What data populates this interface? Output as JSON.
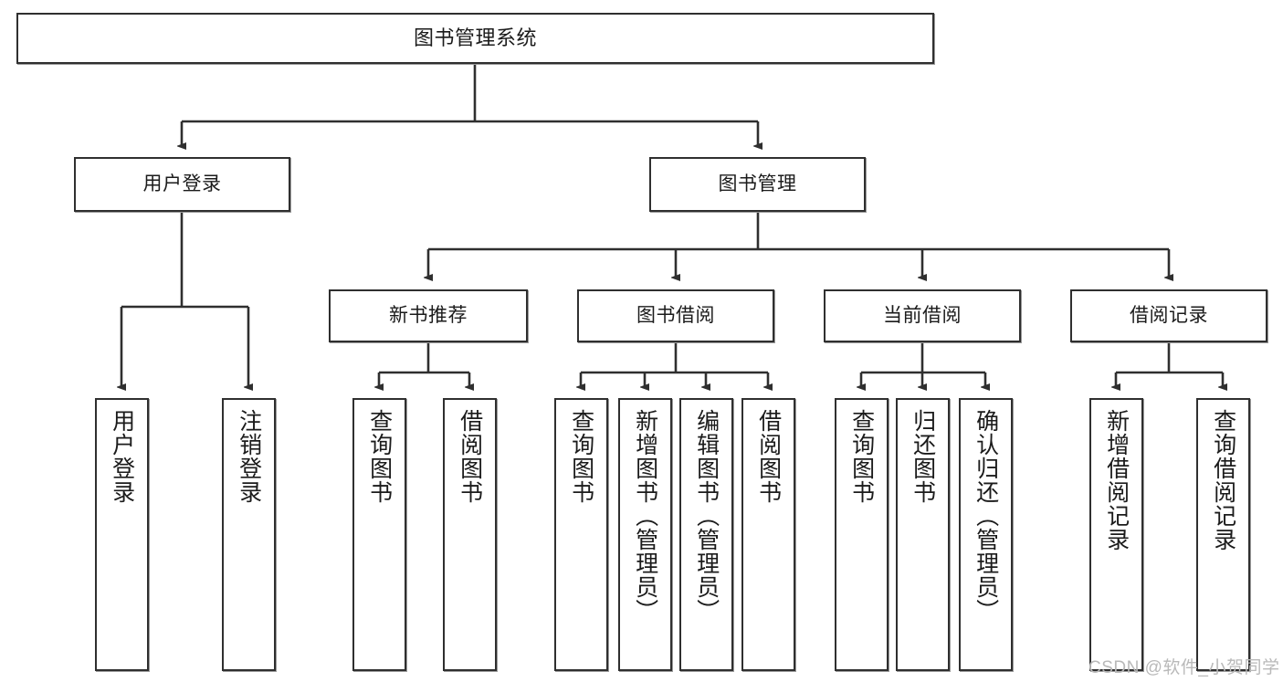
{
  "diagram": {
    "title": "图书管理系统",
    "type": "hierarchy-tree",
    "watermark": "CSDN @软件_小贺同学",
    "colors": {
      "stroke": "#2f2f2f",
      "fill": "#ffffff",
      "text": "#1b1b1b",
      "watermark": "#b9b9b9"
    },
    "root": {
      "label": "图书管理系统"
    },
    "level2": [
      {
        "label": "用户登录"
      },
      {
        "label": "图书管理"
      }
    ],
    "level3": [
      {
        "label": "新书推荐"
      },
      {
        "label": "图书借阅"
      },
      {
        "label": "当前借阅"
      },
      {
        "label": "借阅记录"
      }
    ],
    "leaves": {
      "user_login": [
        {
          "label": "用户登录"
        },
        {
          "label": "注销登录"
        }
      ],
      "new_book_recommend": [
        {
          "label": "查询图书"
        },
        {
          "label": "借阅图书"
        }
      ],
      "book_borrow": [
        {
          "label": "查询图书"
        },
        {
          "label": "新增图书（管理员）"
        },
        {
          "label": "编辑图书（管理员）"
        },
        {
          "label": "借阅图书"
        }
      ],
      "current_borrow": [
        {
          "label": "查询图书"
        },
        {
          "label": "归还图书"
        },
        {
          "label": "确认归还（管理员）"
        }
      ],
      "borrow_record": [
        {
          "label": "新增借阅记录"
        },
        {
          "label": "查询借阅记录"
        }
      ]
    }
  }
}
